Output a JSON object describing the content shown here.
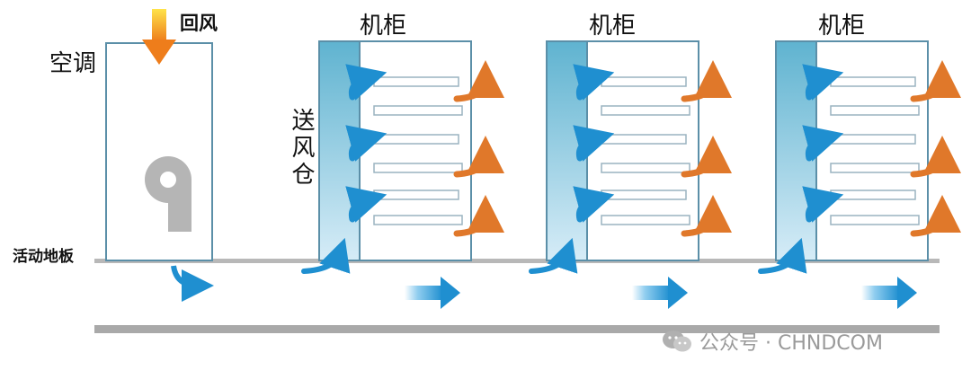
{
  "labels": {
    "ac": "空调",
    "return_air": "回风",
    "plenum": "送风仓",
    "raised_floor": "活动地板",
    "cabinet": "机柜"
  },
  "cabinets": [
    {
      "label": "机柜"
    },
    {
      "label": "机柜"
    },
    {
      "label": "机柜"
    }
  ],
  "watermark": {
    "text": "公众号 · CHNDCOM"
  },
  "colors": {
    "frame": "#5b8fa8",
    "plenum_top": "#5fb3d0",
    "plenum_bottom": "#cfe7f4",
    "blue_arrow": "#1f8fd0",
    "orange_arrow": "#e0782a",
    "return_arrow_top": "#ffd200",
    "return_arrow_bottom": "#ee7d1b",
    "floor": "#b0b0b0",
    "fan": "#b5b5b5"
  }
}
